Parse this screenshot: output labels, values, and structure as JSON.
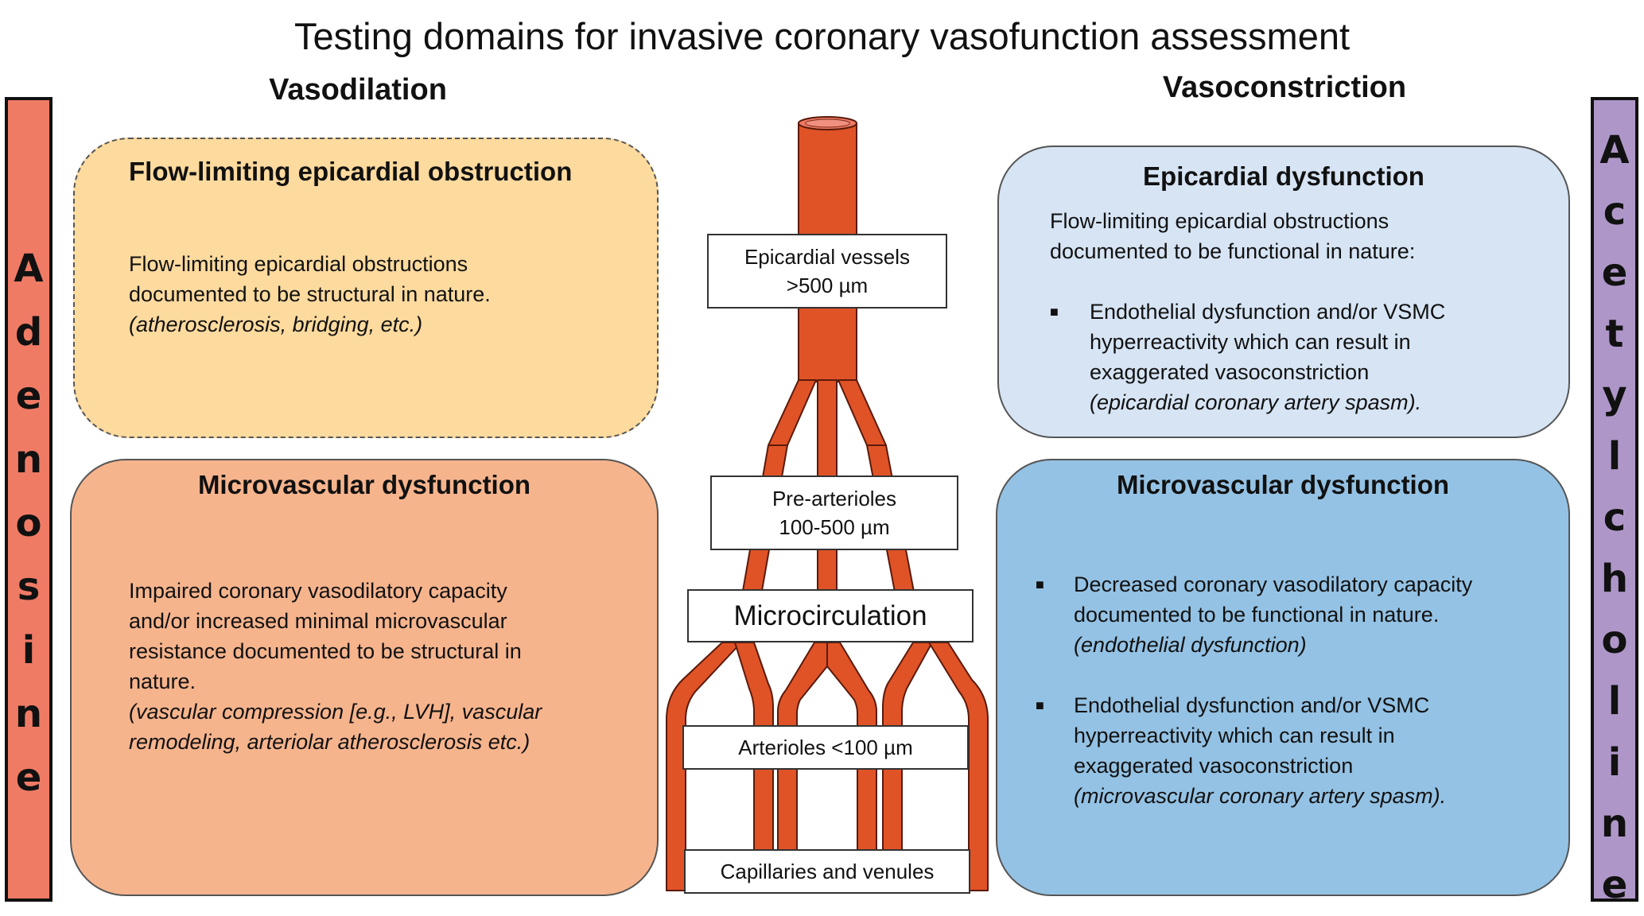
{
  "title": "Testing domains for invasive coronary vasofunction assessment",
  "columns": {
    "left_heading": "Vasodilation",
    "right_heading": "Vasoconstriction"
  },
  "sidebars": {
    "left": {
      "label": "Adenosine",
      "letters": [
        "A",
        "d",
        "e",
        "n",
        "o",
        "s",
        "i",
        "n",
        "e"
      ],
      "color": "#ef7b65"
    },
    "right": {
      "label": "Acetylcholine",
      "letters": [
        "A",
        "c",
        "e",
        "t",
        "y",
        "l",
        "c",
        "h",
        "o",
        "l",
        "i",
        "n",
        "e"
      ],
      "color": "#ae97c8"
    }
  },
  "boxes": {
    "flow_limiting": {
      "title": "Flow-limiting epicardial obstruction",
      "lines": [
        "Flow-limiting epicardial obstructions",
        "documented to be structural in nature."
      ],
      "italic": "(atherosclerosis, bridging, etc.)",
      "color": "#fdda9e"
    },
    "micro_left": {
      "title": "Microvascular dysfunction",
      "lines": [
        "Impaired coronary vasodilatory capacity",
        "and/or increased minimal microvascular",
        "resistance documented to be structural in",
        "nature."
      ],
      "italic_lines": [
        "(vascular compression [e.g., LVH], vascular",
        "remodeling, arteriolar atherosclerosis etc.)"
      ],
      "color": "#f6b48d"
    },
    "epicardial": {
      "title": "Epicardial dysfunction",
      "lines": [
        "Flow-limiting epicardial obstructions",
        "documented to be functional in nature:"
      ],
      "bullets": [
        {
          "lines": [
            "Endothelial dysfunction and/or VSMC",
            "hyperreactivity which can result in",
            "exaggerated vasoconstriction"
          ],
          "italic": "(epicardial coronary artery spasm)."
        }
      ],
      "color": "#d6e4f4"
    },
    "micro_right": {
      "title": "Microvascular dysfunction",
      "bullets": [
        {
          "lines": [
            "Decreased coronary vasodilatory capacity",
            "documented to be functional in nature."
          ],
          "italic": "(endothelial dysfunction)"
        },
        {
          "lines": [
            "Endothelial dysfunction and/or VSMC",
            "hyperreactivity which can result in",
            "exaggerated vasoconstriction"
          ],
          "italic": "(microvascular coronary artery spasm)."
        }
      ],
      "color": "#94c2e4"
    }
  },
  "vessel_labels": {
    "epicardial": [
      "Epicardial vessels",
      ">500 µm"
    ],
    "prearterioles": [
      "Pre-arterioles",
      "100-500 µm"
    ],
    "microcirculation": "Microcirculation",
    "arterioles": "Arterioles <100 µm",
    "capillaries": "Capillaries and venules"
  },
  "vessel_color": "#e05327",
  "bullet_glyph": "■"
}
